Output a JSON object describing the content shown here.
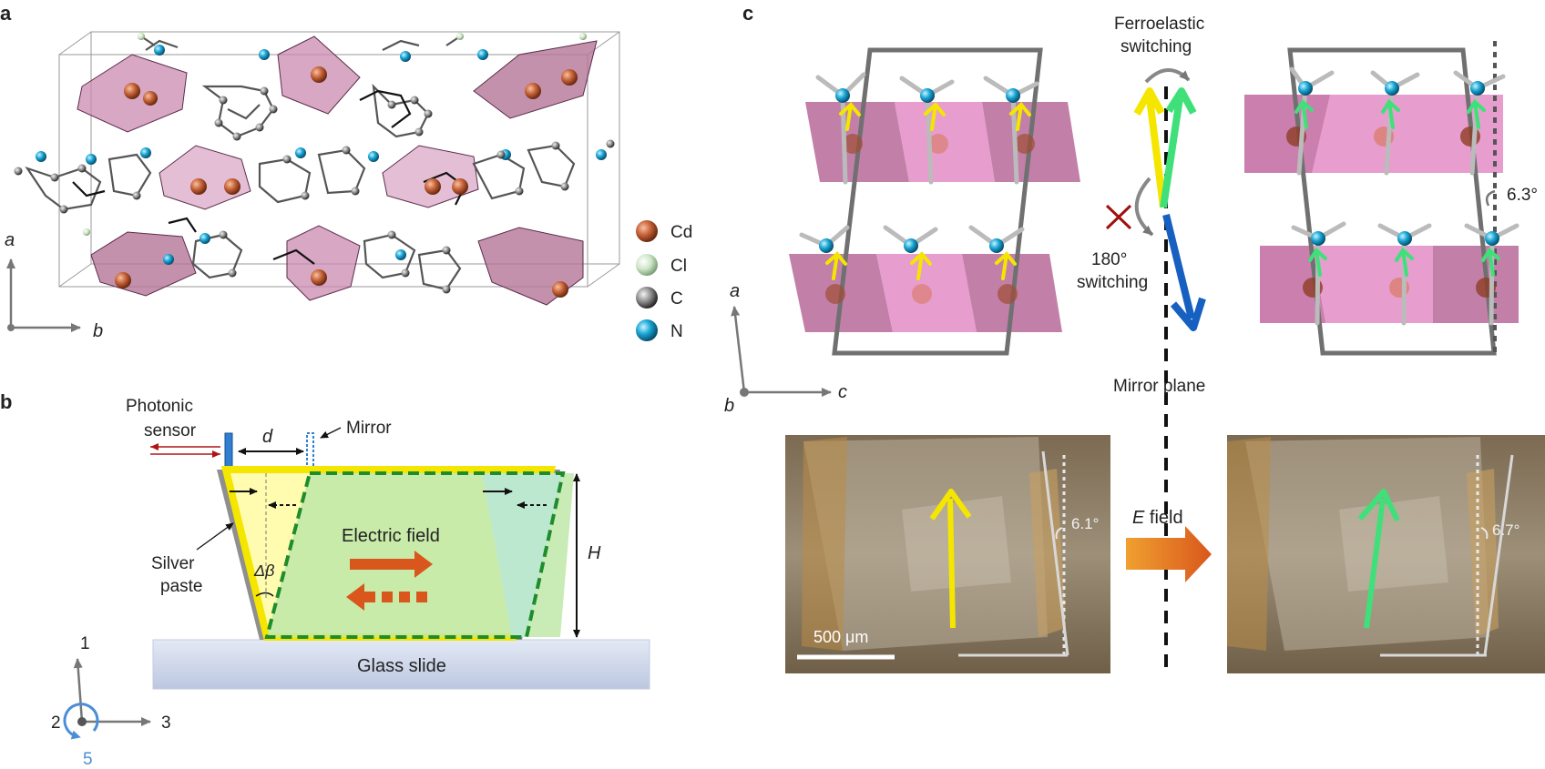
{
  "panel_a": {
    "label": "a",
    "axis_a": "a",
    "axis_b": "b",
    "legend": [
      {
        "name": "Cd",
        "color": "#c8643a"
      },
      {
        "name": "Cl",
        "color": "#cfe6c8"
      },
      {
        "name": "C",
        "color": "#7a7a7a"
      },
      {
        "name": "N",
        "color": "#1aa6d6"
      }
    ]
  },
  "panel_b": {
    "label": "b",
    "photonic_sensor_1": "Photonic",
    "photonic_sensor_2": "sensor",
    "d": "d",
    "mirror": "Mirror",
    "electric_field": "Electric field",
    "silver_paste_1": "Silver",
    "silver_paste_2": "paste",
    "delta_beta": "Δβ",
    "H": "H",
    "glass_slide": "Glass slide",
    "axis_1": "1",
    "axis_2": "2",
    "axis_3": "3",
    "axis_5": "5"
  },
  "panel_c": {
    "label": "c",
    "ferroelastic_1": "Ferroelastic",
    "ferroelastic_2": "switching",
    "switch180_1": "180°",
    "switch180_2": "switching",
    "mirror_plane": "Mirror plane",
    "angle_63": "6.3°",
    "axis_a": "a",
    "axis_b": "b",
    "axis_c": "c",
    "angle_61": "6.1°",
    "angle_67": "6.7°",
    "e_field_symbol": "E",
    "e_field_word": " field",
    "scale_bar": "500 μm"
  },
  "colors": {
    "pink": "#c970a6",
    "yellow": "#f5e600",
    "green": "#3fe07a",
    "blue": "#1560c0",
    "orange": "#d9571c"
  }
}
